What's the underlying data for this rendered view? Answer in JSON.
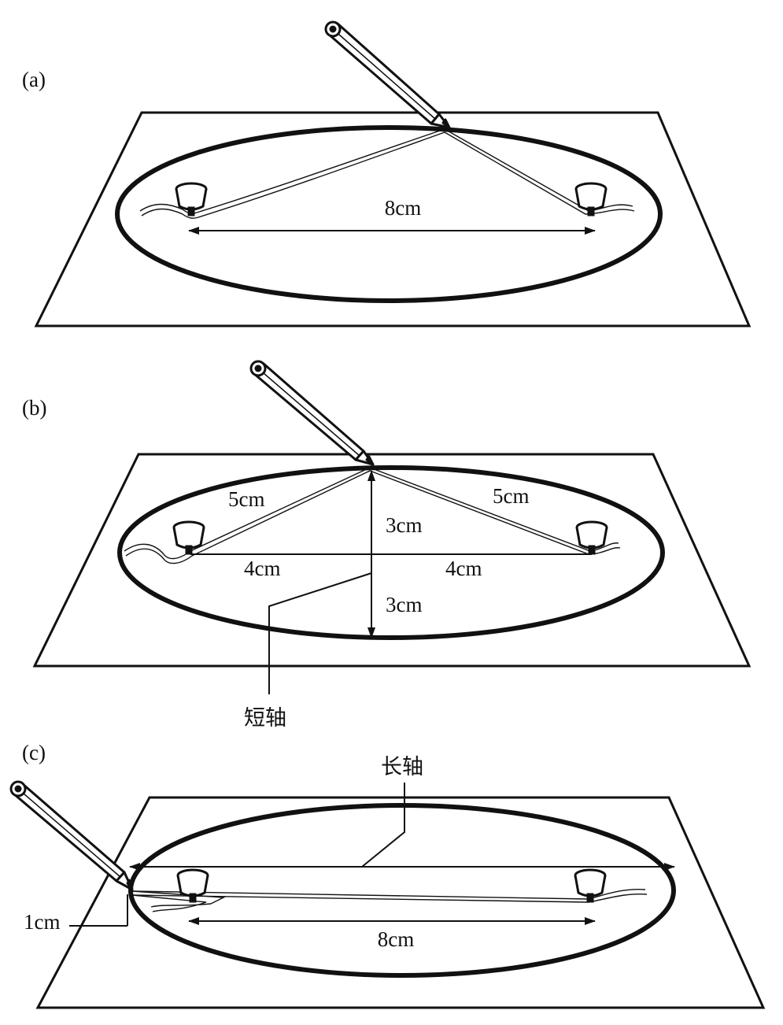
{
  "panels": {
    "a": {
      "label": "(a)",
      "focal_distance": "8cm"
    },
    "b": {
      "label": "(b)",
      "string_left": "5cm",
      "string_right": "5cm",
      "half_minor_upper": "3cm",
      "half_minor_lower": "3cm",
      "half_focal_left": "4cm",
      "half_focal_right": "4cm",
      "minor_axis_label": "短轴"
    },
    "c": {
      "label": "(c)",
      "major_axis_label": "长轴",
      "gap": "1cm",
      "focal_distance": "8cm"
    }
  },
  "colors": {
    "ink": "#111111",
    "paper": "#ffffff"
  }
}
